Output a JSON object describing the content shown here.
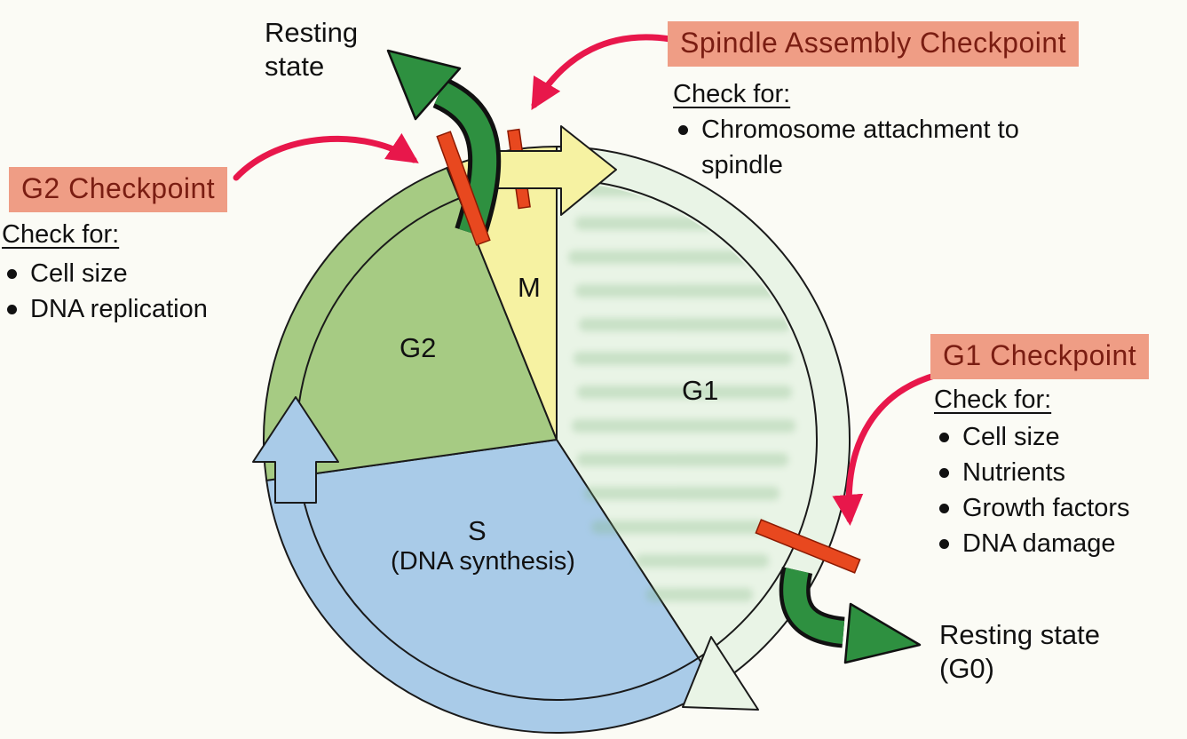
{
  "colors": {
    "g1_fill": "#e9f4e6",
    "s_fill": "#a9cbe8",
    "g2_fill": "#a6cb83",
    "m_fill": "#f6f2a2",
    "checkpoint_bar": "#e8481f",
    "checkpoint_bar_edge": "#8c1a02",
    "pointer_arrow": "#e8174b",
    "exit_arrow": "#2e9040",
    "label_highlight": "#ef9d85",
    "label_text": "#7a1d12",
    "outline": "#1a1a1a",
    "ghost_text": "#7fb57f"
  },
  "phases": {
    "g1": {
      "label": "G1"
    },
    "s": {
      "label": "S",
      "sublabel": "(DNA synthesis)"
    },
    "g2": {
      "label": "G2"
    },
    "m": {
      "label": "M"
    }
  },
  "labels": {
    "resting_state_top": "Resting state",
    "resting_state_bottom": "Resting state (G0)"
  },
  "checkpoints": {
    "spindle": {
      "name": "Spindle Assembly Checkpoint",
      "heading": "Check for:",
      "items": [
        "Chromosome attachment to spindle"
      ]
    },
    "g2": {
      "name": "G2 Checkpoint",
      "heading": "Check for:",
      "items": [
        "Cell size",
        "DNA replication"
      ]
    },
    "g1": {
      "name": "G1 Checkpoint",
      "heading": "Check for:",
      "items": [
        "Cell size",
        "Nutrients",
        "Growth factors",
        "DNA damage"
      ]
    }
  }
}
